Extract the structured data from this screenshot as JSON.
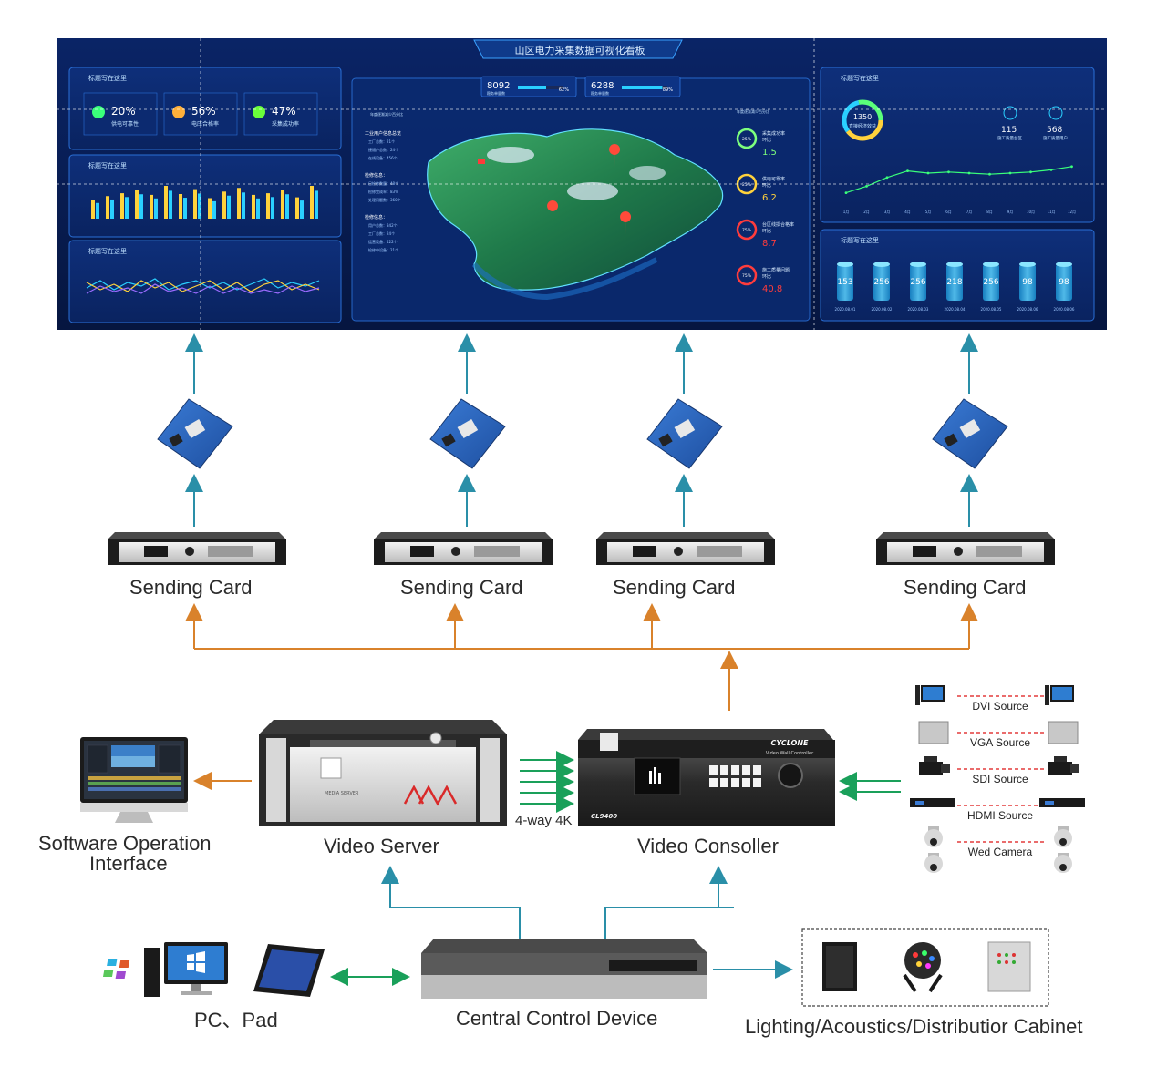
{
  "dashboard": {
    "title": "山区电力采集数据可视化看板",
    "panel_title": "标题写在这里",
    "kpis": [
      {
        "value": "20",
        "unit": "%",
        "label": "供电可靠性"
      },
      {
        "value": "56",
        "unit": "%",
        "label": "电压合格率"
      },
      {
        "value": "47",
        "unit": "%",
        "label": "采集成功率"
      }
    ],
    "top_stats": [
      {
        "value": "8092",
        "label": "稳务单量数",
        "pct": "62%",
        "fill": 0.62
      },
      {
        "value": "6288",
        "label": "稳务单量数",
        "pct": "89%",
        "fill": 0.89
      }
    ],
    "center_left": {
      "tag": "年度逐渐减少百分比",
      "sections": [
        {
          "head": "工业用户信息总览",
          "lines": [
            "工厂总数：21个",
            "接通户总数：24个",
            "在线设备：456个"
          ]
        },
        {
          "head": "检修信息：",
          "lines": [
            "日检修数量：48个",
            "检修完成率：83%",
            "处理问题数：360个"
          ]
        },
        {
          "head": "检修信息：",
          "lines": [
            "用户总数：342个",
            "工厂总数：24个",
            "运营设备：422个",
            "检修中设备：21个"
          ]
        }
      ]
    },
    "center_right": {
      "tag": "年度逐渐减少百分比",
      "items": [
        {
          "pct": "25%",
          "label": "采集成功率",
          "sub": "环比",
          "value": "1.5",
          "color": "#7dff7d"
        },
        {
          "pct": "25%",
          "label": "供电可靠率",
          "sub": "环比",
          "value": "6.2",
          "color": "#ffd23c"
        },
        {
          "pct": "75%",
          "label": "台区线损合格率",
          "sub": "环比",
          "value": "8.7",
          "color": "#ff3c3c"
        },
        {
          "pct": "75%",
          "label": "施工质量问题",
          "sub": "环比",
          "value": "40.8",
          "color": "#ff3c3c"
        }
      ]
    },
    "right_top": {
      "ring_value": "1350",
      "ring_label": "直接经济效益",
      "stats": [
        {
          "value": "115",
          "label": "施工质量台区"
        },
        {
          "value": "568",
          "label": "施工质量用户"
        }
      ]
    },
    "months": [
      "1月",
      "2月",
      "3月",
      "4月",
      "5月",
      "6月",
      "7月",
      "8月",
      "9月",
      "10月",
      "11月",
      "12月"
    ],
    "line_values": [
      12,
      18,
      26,
      32,
      30,
      31,
      30,
      29,
      30,
      31,
      33,
      36
    ],
    "bars_bottom": [
      {
        "value": "153",
        "date": "2020.08.01"
      },
      {
        "value": "256",
        "date": "2020.08.02"
      },
      {
        "value": "256",
        "date": "2020.08.03"
      },
      {
        "value": "218",
        "date": "2020.08.04"
      },
      {
        "value": "256",
        "date": "2020.08.05"
      },
      {
        "value": "98",
        "date": "2020.08.06"
      },
      {
        "value": "98",
        "date": "2020.08.06"
      }
    ],
    "bar_chart_values": [
      45,
      55,
      62,
      70,
      58,
      80,
      60,
      72,
      50,
      66,
      75,
      58,
      62,
      70,
      52,
      80
    ]
  },
  "labels": {
    "sending_card": "Sending Card",
    "video_server": "Video Server",
    "video_consoller": "Video Consoller",
    "software_ui": "Software Operation\nInterface",
    "software_ui_l1": "Software Operation",
    "software_ui_l2": "Interface",
    "four_way": "4-way 4K",
    "central": "Central Control Device",
    "pc_pad": "PC、Pad",
    "lighting": "Lighting/Acoustics/Distributior Cabinet",
    "server_brand": "MEDIA SERVER",
    "console_brand": "CYCLONE",
    "console_sub": "Video Wall Controller",
    "console_model": "CL9400"
  },
  "sources": [
    {
      "label": "DVI Source",
      "icon": "monitor-icon"
    },
    {
      "label": "VGA Source",
      "icon": "vga-box-icon"
    },
    {
      "label": "SDI Source",
      "icon": "video-camera-icon"
    },
    {
      "label": "HDMI Source",
      "icon": "hdmi-device-icon"
    },
    {
      "label": "Wed Camera",
      "icon": "dome-camera-icon"
    }
  ],
  "colors": {
    "teal_arrow": "#2a8fa8",
    "orange_line": "#d9822b",
    "green_arrow": "#1aa05a",
    "red_dash": "#e33b3b",
    "dashboard_bg": "#071a4a"
  }
}
